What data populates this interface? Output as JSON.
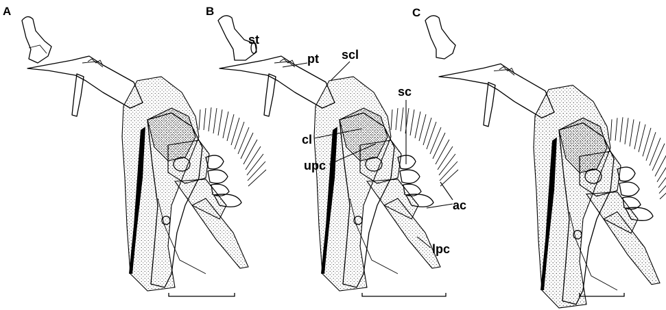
{
  "figure": {
    "panels": [
      {
        "id": "A",
        "letter": "A"
      },
      {
        "id": "B",
        "letter": "B"
      },
      {
        "id": "C",
        "letter": "C"
      }
    ],
    "labels": {
      "st": "st",
      "pt": "pt",
      "scl": "scl",
      "sc": "sc",
      "cl": "cl",
      "upc": "upc",
      "ac": "ac",
      "lpc": "lpc"
    },
    "colors": {
      "ink": "#000000",
      "background": "#ffffff"
    }
  }
}
